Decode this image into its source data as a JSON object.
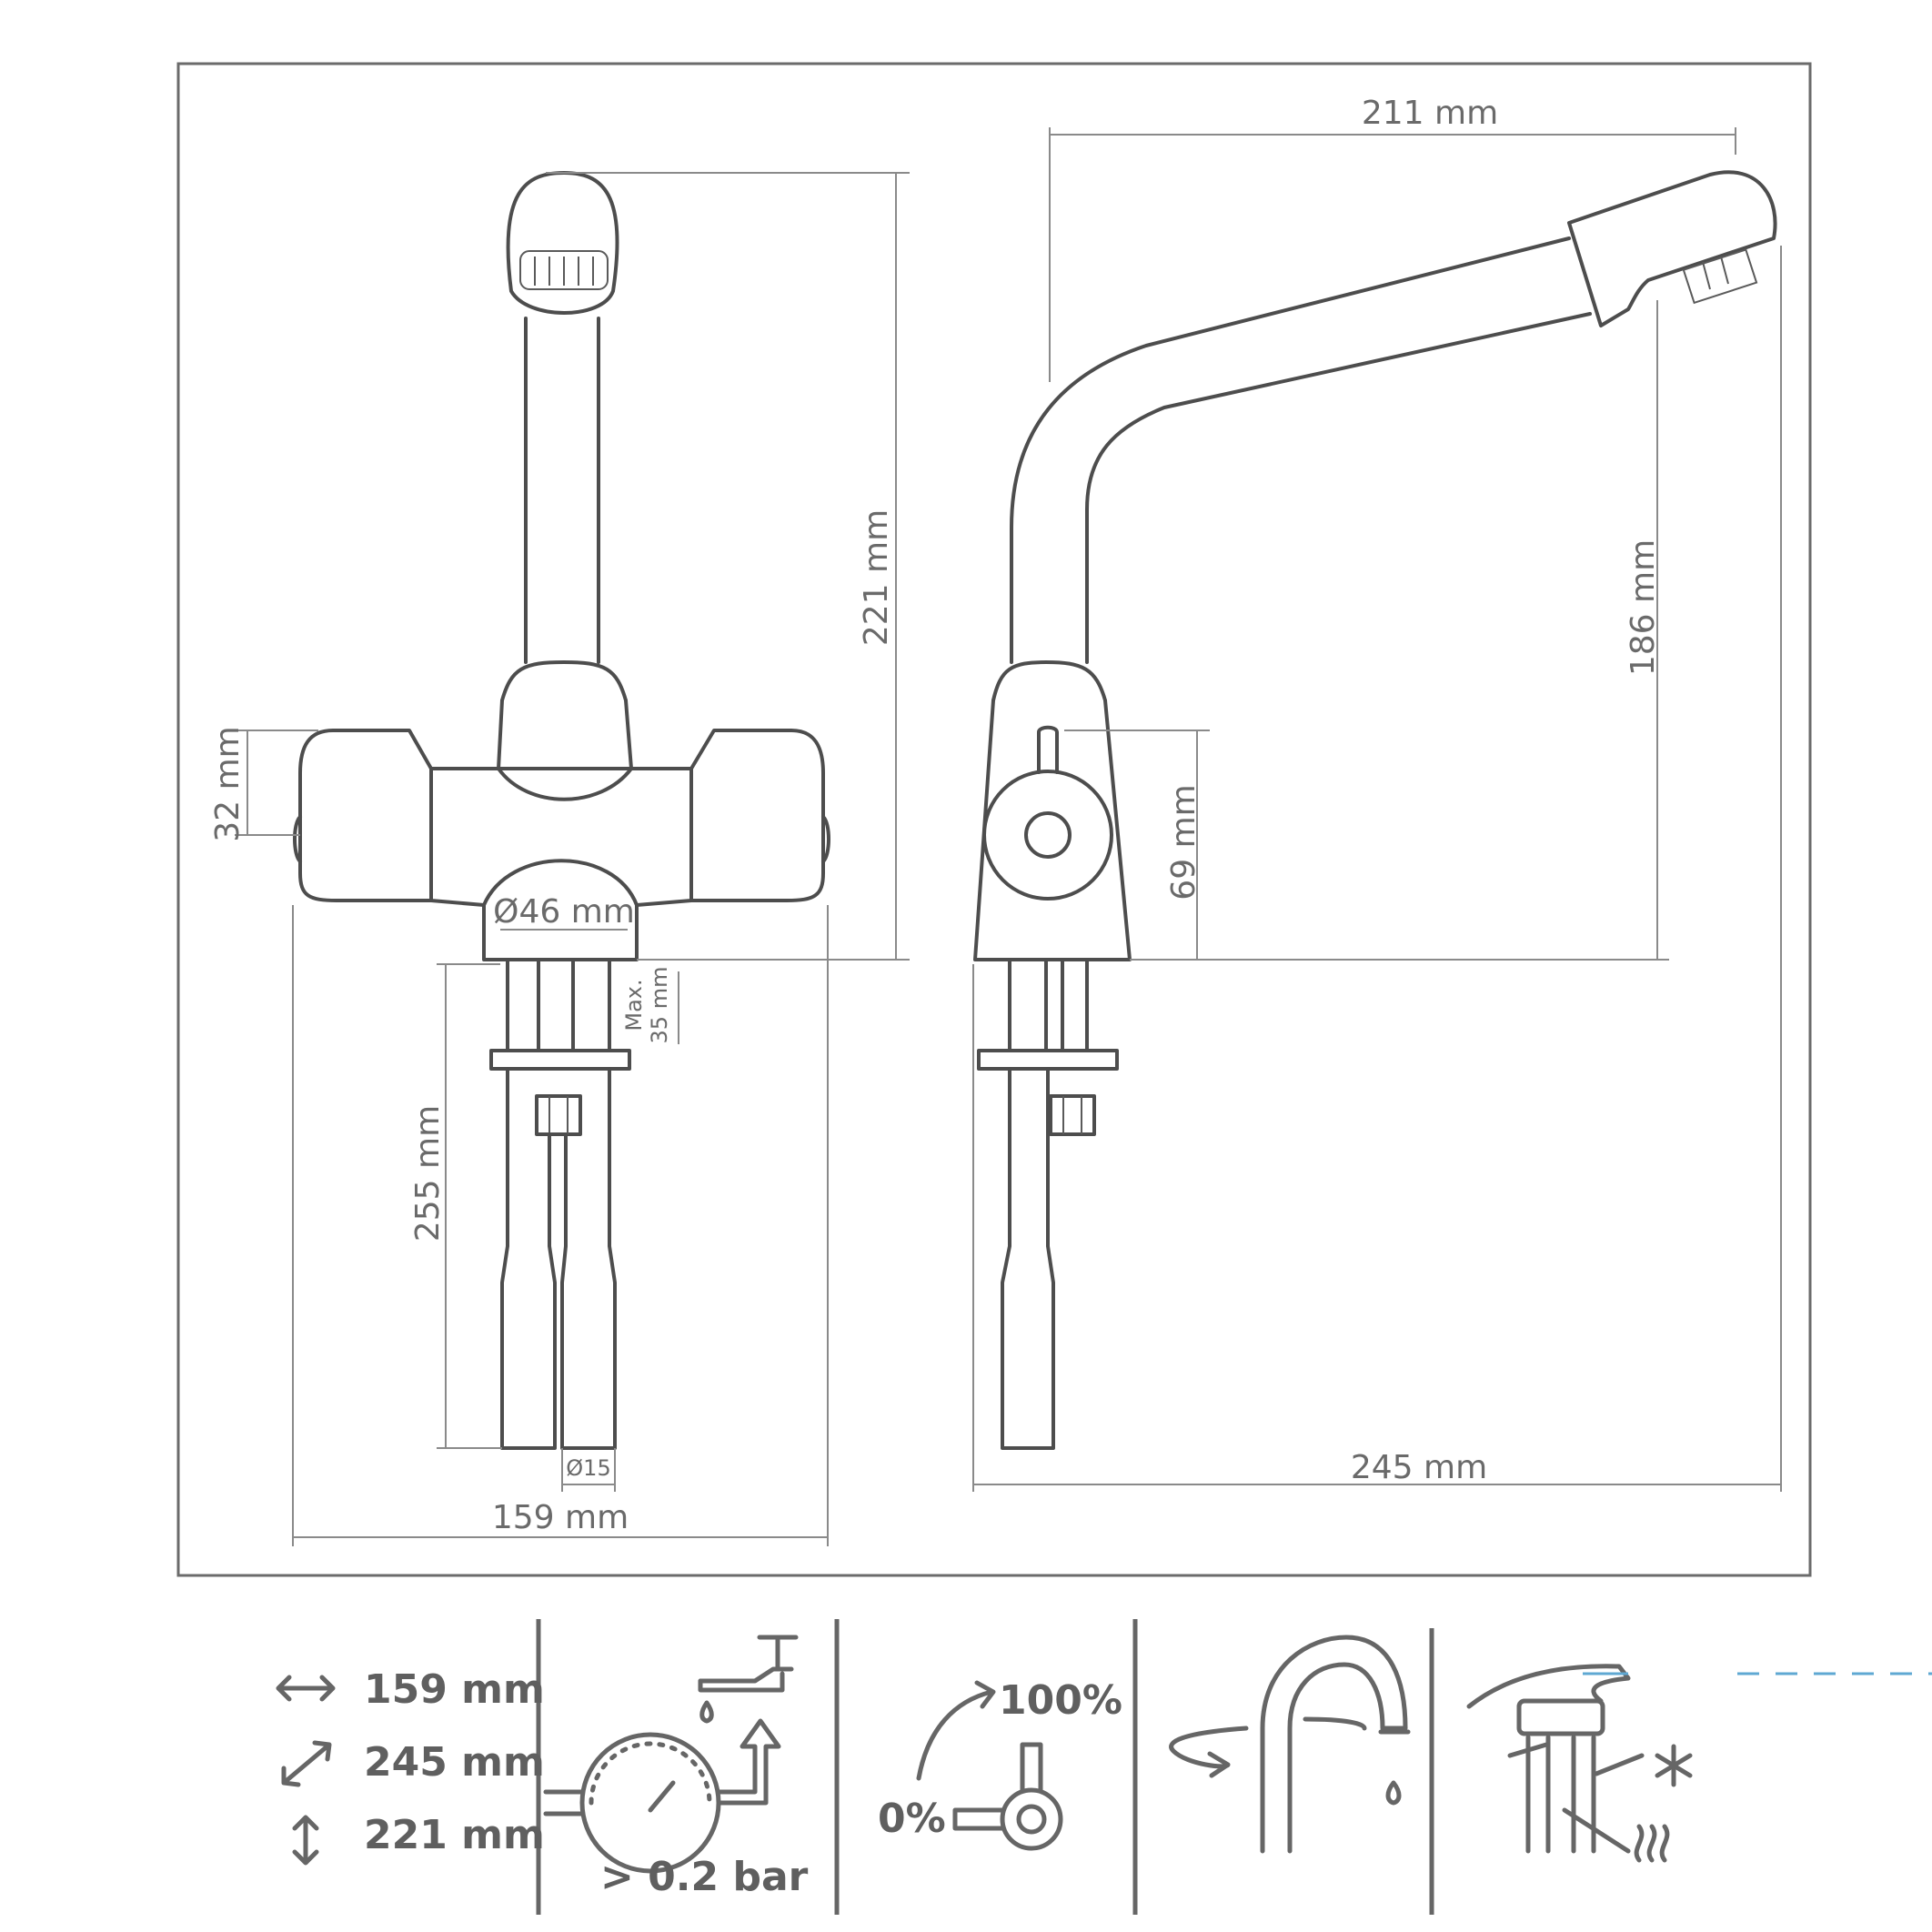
{
  "front_view": {
    "height_label": "221 mm",
    "handle_height_label": "32 mm",
    "base_diameter_label": "Ø46 mm",
    "max_thickness_label_1": "Max.",
    "max_thickness_label_2": "35 mm",
    "hose_length_label": "255 mm",
    "hose_diameter_label": "Ø15",
    "width_label": "159 mm"
  },
  "side_view": {
    "reach_label": "211 mm",
    "spout_height_label": "186 mm",
    "lever_height_label": "69 mm",
    "depth_label": "245 mm"
  },
  "icons": {
    "dimensions": {
      "width": "159 mm",
      "depth": "245 mm",
      "height": "221 mm"
    },
    "pressure": "> 0.2 bar",
    "lever_min": "0%",
    "lever_max": "100%"
  }
}
